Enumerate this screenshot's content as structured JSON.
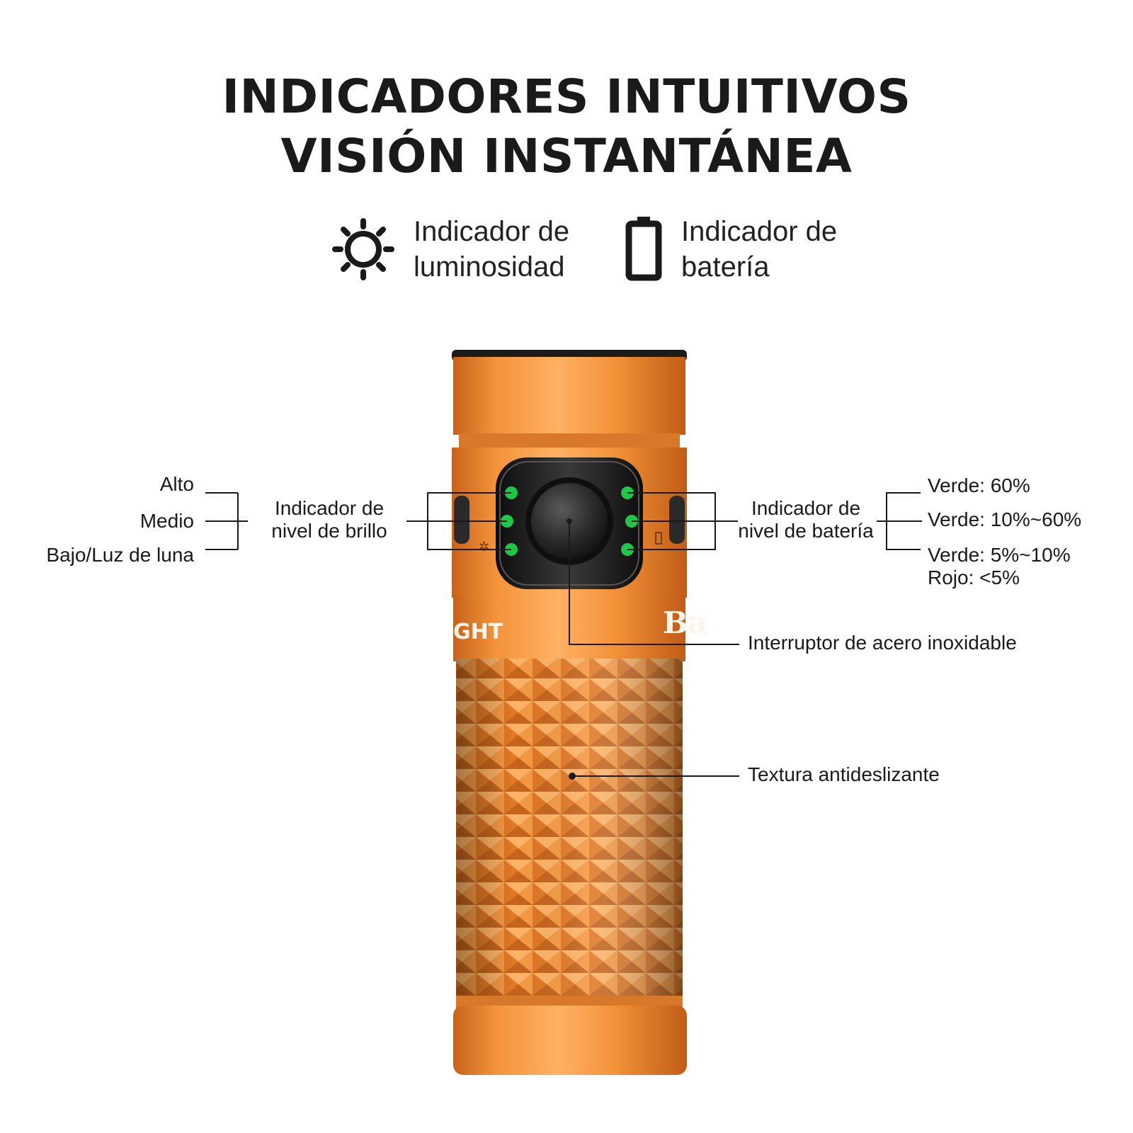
{
  "title": {
    "line1": "INDICADORES INTUITIVOS",
    "line2": "VISIÓN INSTANTÁNEA"
  },
  "legend": {
    "brightness": {
      "icon": "sun-icon",
      "line1": "Indicador de",
      "line2": "luminosidad"
    },
    "battery": {
      "icon": "battery-icon",
      "line1": "Indicador de",
      "line2": "batería"
    }
  },
  "brightness_levels": {
    "high": "Alto",
    "medium": "Medio",
    "low": "Bajo/Luz de luna"
  },
  "brightness_indicator": {
    "line1": "Indicador de",
    "line2": "nivel de brillo"
  },
  "battery_indicator": {
    "line1": "Indicador de",
    "line2": "nivel de batería"
  },
  "battery_levels": {
    "full": "Verde:  60%",
    "mid": "Verde: 10%~60%",
    "low": "Verde: 5%~10%",
    "critical": "Rojo: <5%"
  },
  "callouts": {
    "switch": "Interruptor de acero inoxidable",
    "texture": "Textura antideslizante"
  },
  "product": {
    "brand_fragment": "GHT",
    "model_fragment": "Ba"
  },
  "colors": {
    "body": "#f08a2c",
    "led": "#1ec64a",
    "dark": "#1b1b1b"
  }
}
